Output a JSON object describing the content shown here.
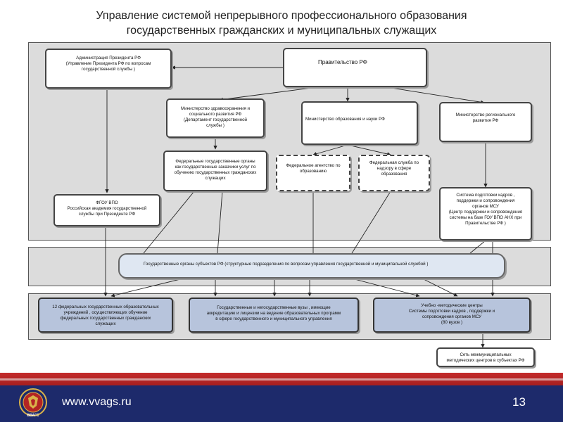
{
  "title": {
    "line1": "Управление системой непрерывного профессионального образования",
    "line2": "государственных гражданских и муниципальных служащих"
  },
  "boxes": {
    "admin": {
      "line1": "Администрация Президента РФ",
      "line2": "(Управление Президента РФ по вопросам",
      "line3": "государственной службы )"
    },
    "government": {
      "line1": "Правительство РФ"
    },
    "health": {
      "line1": "Министерство здравоохранения и",
      "line2": "социального развития РФ",
      "line3": "(Департамент государственной",
      "line4": "службы )"
    },
    "education": {
      "line1": "Министерство образования и науки РФ"
    },
    "regional": {
      "line1": "Министерство регионального",
      "line2": "развития РФ"
    },
    "fed_organs": {
      "line1": "Федеральные государственные органы",
      "line2": "как государственные заказчики услуг по",
      "line3": "обучению государственных гражданских",
      "line4": "служащих"
    },
    "fed_agency": {
      "line1": "Федеральное агентство по",
      "line2": "образованию"
    },
    "fed_service": {
      "line1": "Федеральная служба по",
      "line2": "надзору в сфере",
      "line3": "образования"
    },
    "fgou": {
      "line1": "ФГОУ ВПО",
      "line2": "Российская академия государственной",
      "line3": "службы при Президенте РФ"
    },
    "support_system": {
      "line1": "Система подготовки кадров ,",
      "line2": "поддержки и сопровождения",
      "line3": "органов МСУ",
      "line4": "(Центр поддержки и сопровождения",
      "line5": "системы на базе ГОУ ВПО АНХ при",
      "line6": "Правительстве РФ )"
    },
    "subjects": {
      "line1": "Государственные органы субъектов РФ (структурные подразделения по вопросам управления государственной и муниципальной службой )"
    },
    "fed_institutions": {
      "line1": "12 федеральных государственных образовательных",
      "line2": "учреждений , осуществляющих обучение",
      "line3": "федеральных государственных гражданских",
      "line4": "служащих"
    },
    "universities": {
      "line1": "Государственные и негосударственные вузы , имеющие",
      "line2": "аккредитацию и лицензии на ведение образовательных программ",
      "line3": "в сфере государственного и муниципального управления"
    },
    "methodical": {
      "line1": "Учебно -методические центры",
      "line2": "Системы подготовки кадров , поддержки и",
      "line3": "сопровождения органов МСУ",
      "line4": "(80 вузов )"
    },
    "interregional": {
      "line1": "Сеть межмуниципальных",
      "line2": "методических центров в субъектах РФ"
    }
  },
  "footer": {
    "url": "www.vvags.ru",
    "page": "13",
    "emblem_caption": "ВВАГС"
  },
  "colors": {
    "panel": "#dcdcdc",
    "blue_box": "#b7c4dc",
    "footer_blue": "#1d2a6b",
    "footer_red": "#c42b2b"
  }
}
